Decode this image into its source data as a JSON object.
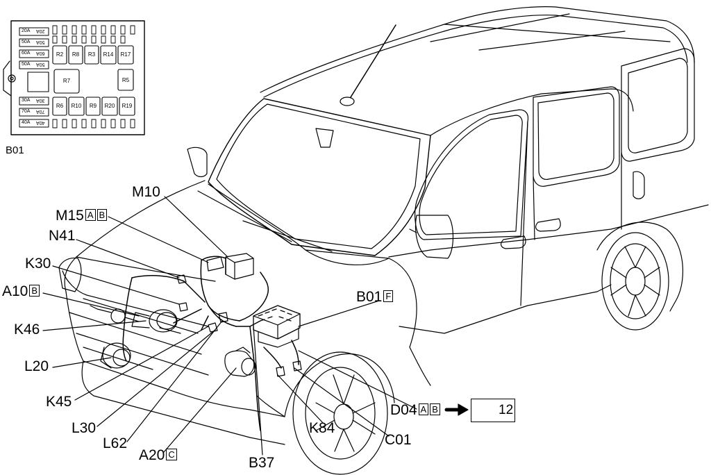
{
  "fusebox": {
    "caption": "B01",
    "fuses": [
      "20A",
      "50A",
      "60A",
      "50A",
      "30A",
      "70A",
      "40A"
    ],
    "fuses_right": [
      "20A",
      "50A",
      "60A",
      "50A",
      "30A",
      "70A",
      "40A"
    ],
    "relays_top": [
      "R2",
      "R8",
      "R3",
      "R14",
      "R17"
    ],
    "relay_mid_left": "R7",
    "relay_mid_right": "R5",
    "relays_bottom": [
      "R6",
      "R10",
      "R9",
      "R20",
      "R19"
    ]
  },
  "labels": {
    "m10": "M10",
    "m15": "M15",
    "m15_box_a": "A",
    "m15_box_b": "B",
    "n41": "N41",
    "k30": "K30",
    "a10": "A10",
    "a10_box": "B",
    "k46": "K46",
    "l20": "L20",
    "k45": "K45",
    "l30": "L30",
    "l62": "L62",
    "a20": "A20",
    "a20_box": "C",
    "b37": "B37",
    "k84": "K84",
    "c01": "C01",
    "d04": "D04",
    "d04_box_a": "A",
    "d04_box_b": "B",
    "b01": "B01",
    "b01_box": "F",
    "ref_page": "12"
  }
}
